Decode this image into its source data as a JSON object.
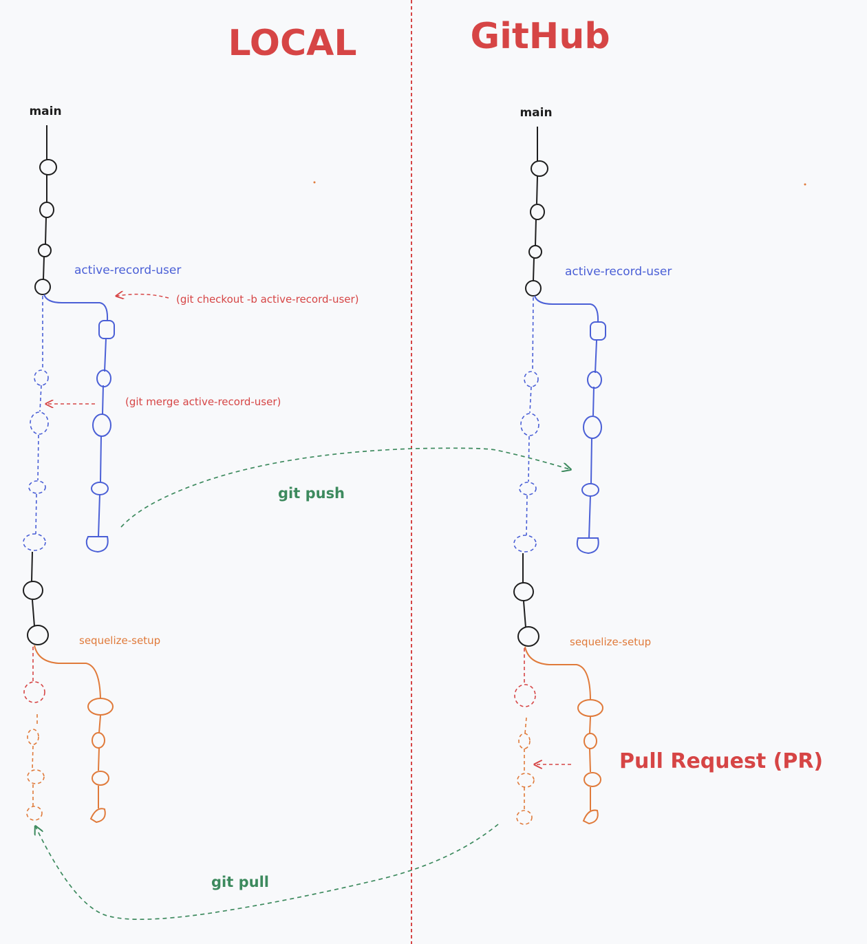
{
  "headers": {
    "local": "LOCAL",
    "github": "GitHub"
  },
  "local": {
    "main_label": "main",
    "branch_active": "active-record-user",
    "cmd_checkout": "(git checkout -b active-record-user)",
    "cmd_merge": "(git merge active-record-user)",
    "branch_sequelize": "sequelize-setup"
  },
  "github": {
    "main_label": "main",
    "branch_active": "active-record-user",
    "branch_sequelize": "sequelize-setup",
    "pull_request": "Pull Request (PR)"
  },
  "actions": {
    "push": "git push",
    "pull": "git pull"
  },
  "colors": {
    "divider": "#d64545",
    "main": "#1e1e1e",
    "active_branch": "#4a5fd6",
    "sequelize_branch": "#e07a3a",
    "command": "#d64545",
    "git_action": "#3d8a5e",
    "background": "#f8f9fb"
  }
}
